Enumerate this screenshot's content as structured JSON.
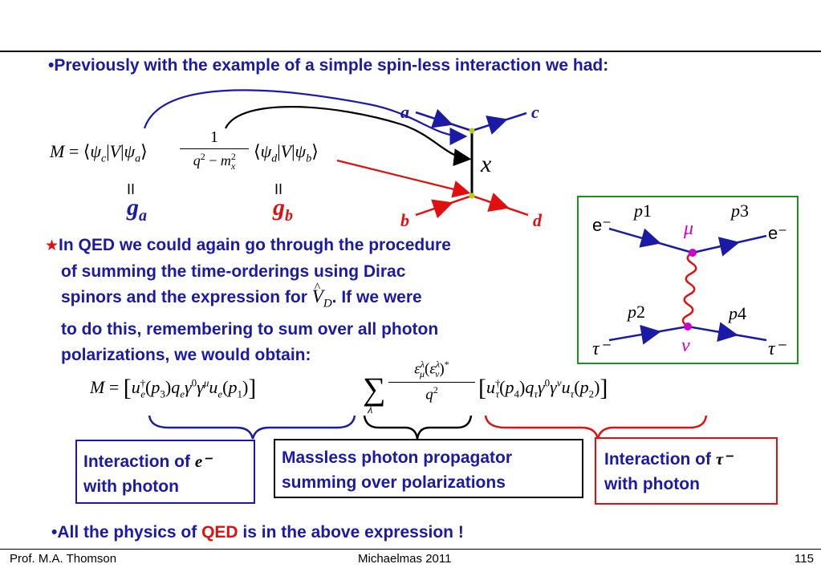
{
  "bullets": {
    "first": "Previously with the example of a simple spin-less interaction we had:",
    "qed_lines": [
      "In QED we could again go through the procedure",
      "of summing the time-orderings using Dirac",
      "spinors and the expression for",
      ".  If we were",
      "to do this, remembering to sum over all photon",
      "polarizations, we would obtain:"
    ],
    "last_prefix": "All the physics of ",
    "last_highlight": "QED",
    "last_suffix": " is in the above expression !"
  },
  "symbols": {
    "bullet": "•",
    "star": "★",
    "equals_bar": "II",
    "vd_hat": "V",
    "vd_sub": "D"
  },
  "scalar_diagram": {
    "label_a": "a",
    "label_b": "b",
    "label_c": "c",
    "label_d": "d",
    "label_x": "x"
  },
  "couplings": {
    "ga_main": "g",
    "ga_sub": "a",
    "gb_main": "g",
    "gb_sub": "b"
  },
  "feynman": {
    "p1": "p",
    "p1_sub": "1",
    "p2": "p",
    "p2_sub": "2",
    "p3": "p",
    "p3_sub": "3",
    "p4": "p",
    "p4_sub": "4",
    "mu": "μ",
    "nu": "ν",
    "e_left": "e⁻",
    "e_right": "e⁻",
    "tau_left": "τ⁻",
    "tau_right": "τ⁻"
  },
  "boxes": {
    "electron_line1": "Interaction of",
    "electron_particle": "e⁻",
    "electron_line2": "with photon",
    "propagator_line1": "Massless photon propagator",
    "propagator_line2": "summing over polarizations",
    "tau_line1": "Interaction of",
    "tau_particle": "τ⁻",
    "tau_line2": "with photon"
  },
  "footer": {
    "author": "Prof. M.A. Thomson",
    "term": "Michaelmas 2011",
    "page": "115"
  },
  "colors": {
    "blue": "#1a1aa6",
    "red": "#e01010",
    "green_frame": "#1f8f1f",
    "magenta": "#cc00cc",
    "vertex": "#b8d400"
  }
}
